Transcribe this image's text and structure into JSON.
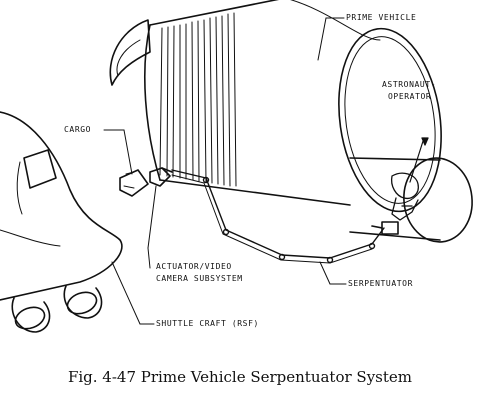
{
  "labels": {
    "prime_vehicle": "PRIME VEHICLE",
    "astronaut_operator_line1": "ASTRONAUT-",
    "astronaut_operator_line2": "OPERATOR",
    "cargo": "CARGO",
    "actuator_line1": "ACTUATOR/VIDEO",
    "actuator_line2": "CAMERA SUBSYSTEM",
    "serpentuator": "SERPENTUATOR",
    "shuttle_craft": "SHUTTLE CRAFT (RSF)"
  },
  "caption": "Fig. 4-47  Prime Vehicle Serpentuator System"
}
